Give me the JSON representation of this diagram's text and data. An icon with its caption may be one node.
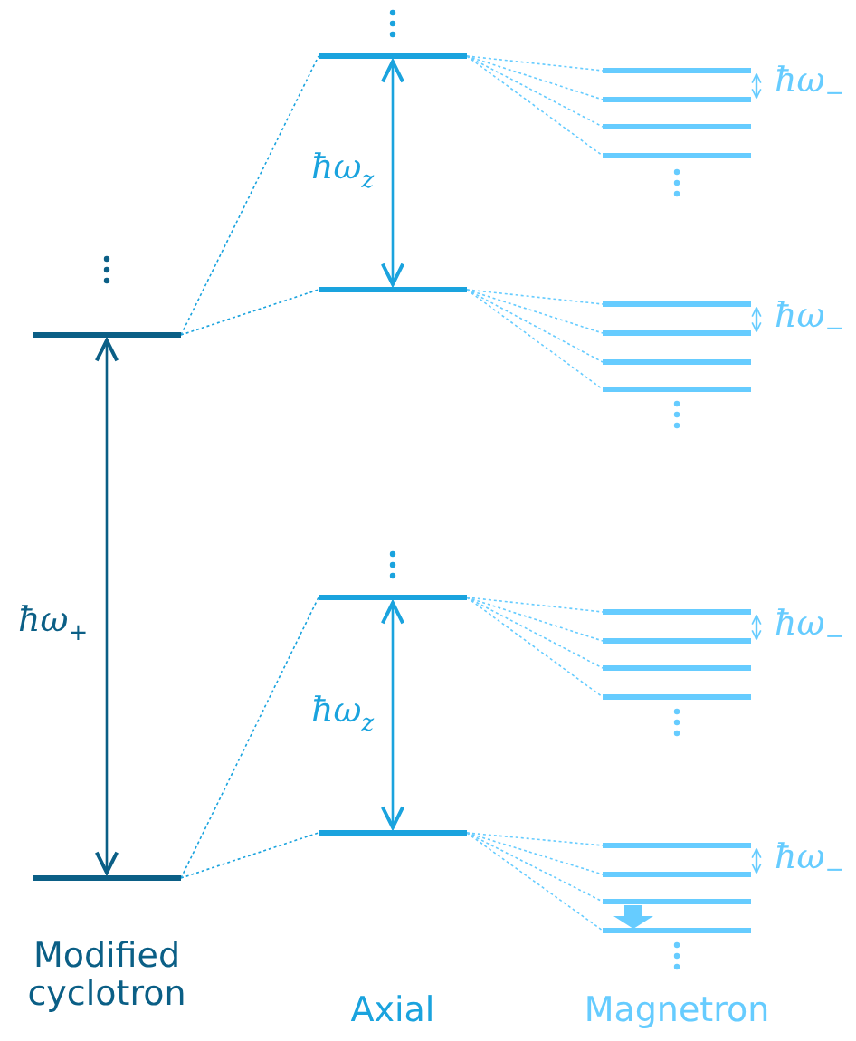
{
  "diagram": {
    "labels": [
      "ħω$_{−}$",
      "ħω$_{z}$",
      "ħω$_{−}$",
      "ħω$_{+}$",
      "ħω$_{−}$",
      "ħω$_{z}$",
      "ħω$_{−}$",
      "Modified cyclotron",
      "Axial",
      "Magnetron"
    ]
  }
}
